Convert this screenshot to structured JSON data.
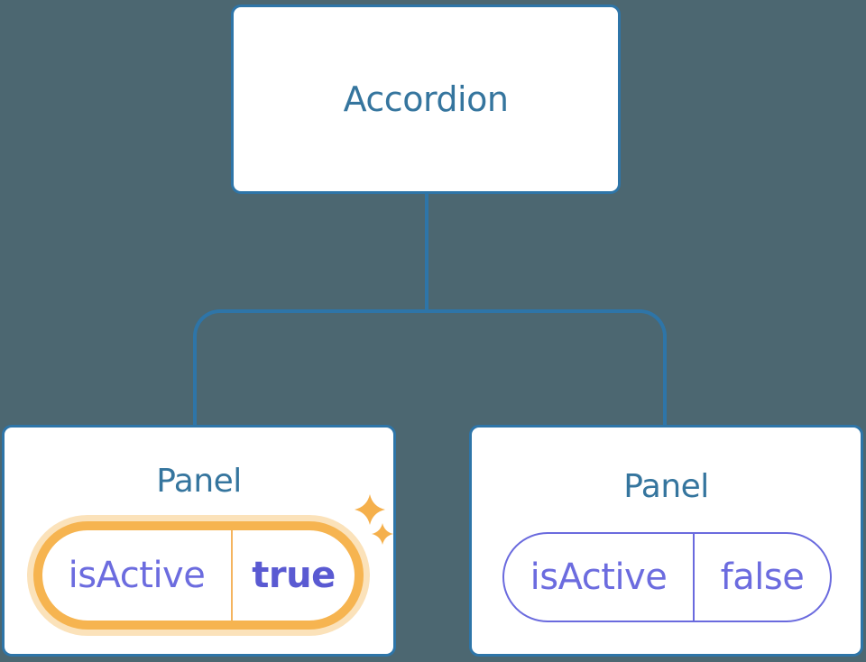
{
  "diagram": {
    "root": {
      "label": "Accordion"
    },
    "children": [
      {
        "label": "Panel",
        "state": {
          "name": "isActive",
          "value": "true"
        },
        "highlighted": true
      },
      {
        "label": "Panel",
        "state": {
          "name": "isActive",
          "value": "false"
        },
        "highlighted": false
      }
    ],
    "colors": {
      "background": "#4c6771",
      "connector_blue": "#2e75a8",
      "heading_blue": "#35759e",
      "state_purple": "#6c6cdf",
      "state_value_purple": "#5a5ad2",
      "highlight_orange": "#f6b450",
      "highlight_glow": "#fbe2ba",
      "sparkle_orange": "#f5b04c"
    }
  }
}
